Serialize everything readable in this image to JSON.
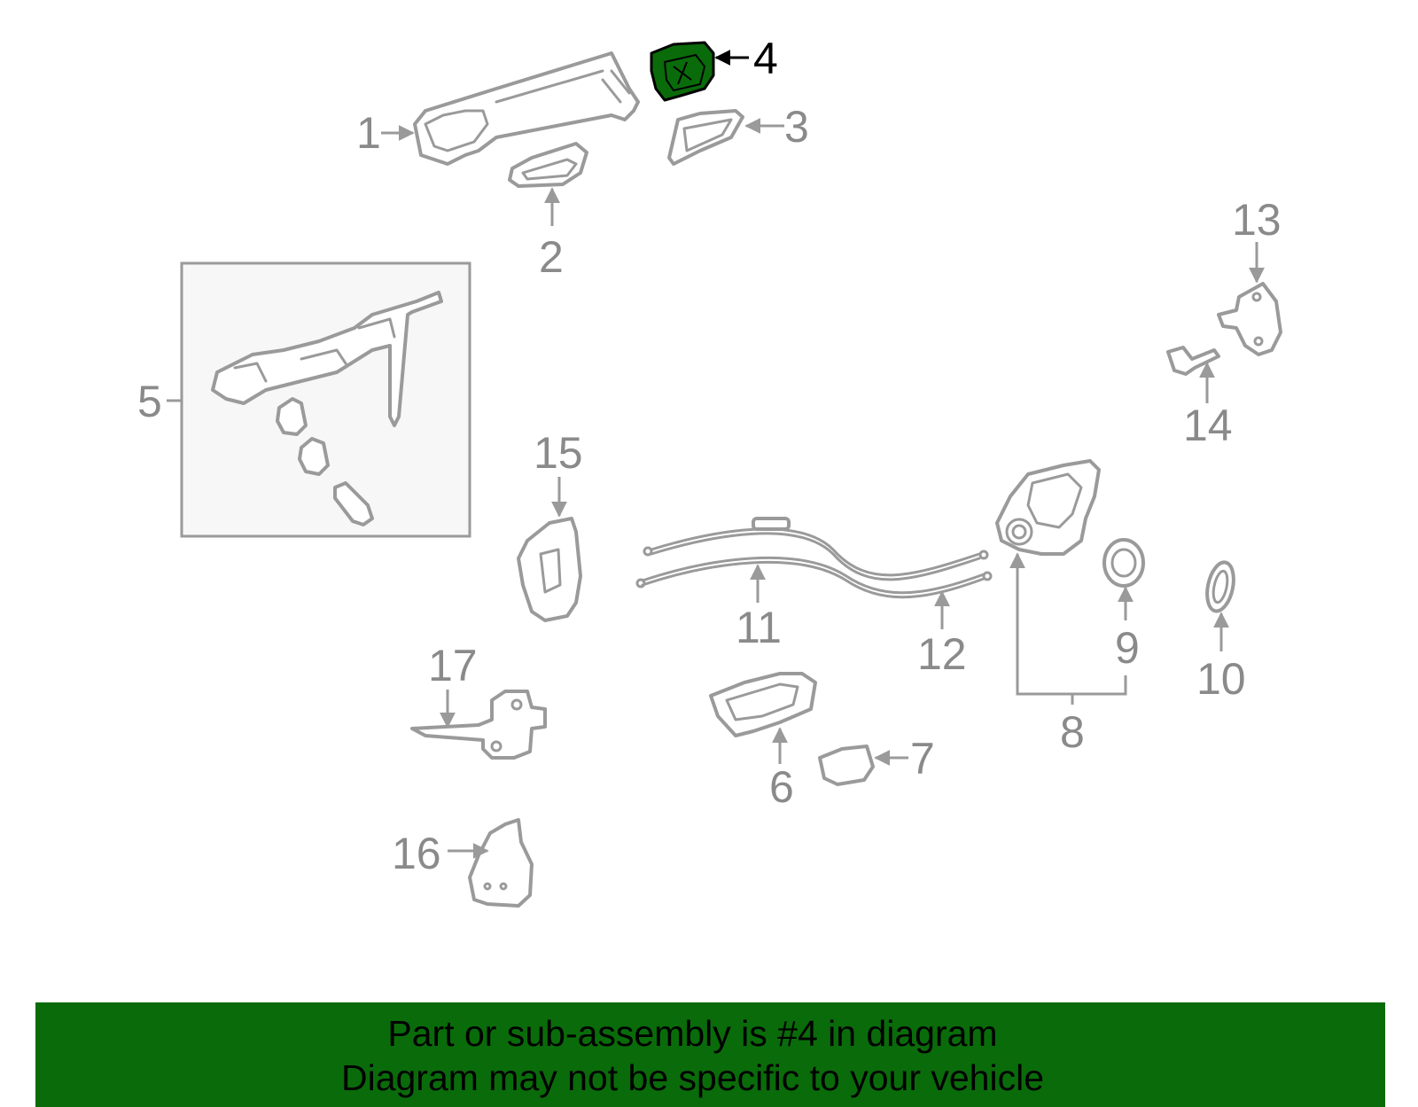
{
  "callouts": [
    "1",
    "2",
    "3",
    "4",
    "5",
    "6",
    "7",
    "8",
    "9",
    "10",
    "11",
    "12",
    "13",
    "14",
    "15",
    "16",
    "17"
  ],
  "highlight": {
    "part": "4",
    "color": "#0a6b0a"
  },
  "banner": {
    "line1": "Part or sub-assembly is #4 in diagram",
    "line2": "Diagram may not be specific to your vehicle",
    "background": "#0a6b0a"
  }
}
